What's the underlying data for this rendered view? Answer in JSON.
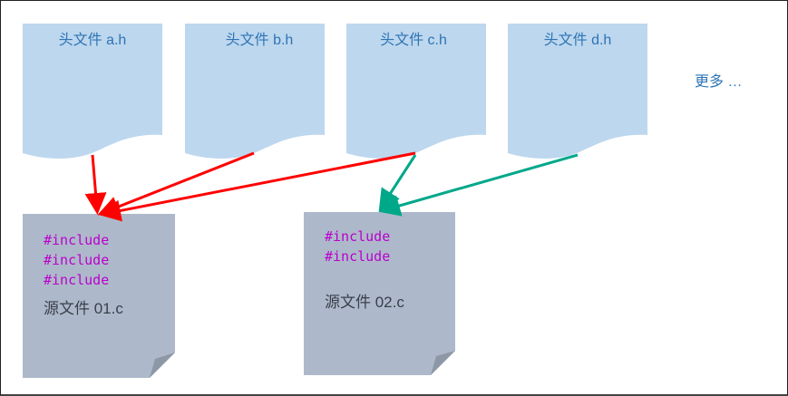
{
  "headers": [
    {
      "label": "头文件 a.h"
    },
    {
      "label": "头文件 b.h"
    },
    {
      "label": "头文件 c.h"
    },
    {
      "label": "头文件 d.h"
    }
  ],
  "more_label": "更多 …",
  "sources": [
    {
      "lines": [
        "#include",
        "#include",
        "#include"
      ],
      "label": "源文件 01.c"
    },
    {
      "lines": [
        "#include",
        "#include"
      ],
      "label": "源文件 02.c"
    }
  ],
  "colors": {
    "header_fill": "#bdd7ee",
    "header_text": "#2e74b5",
    "source_fill": "#adb9ca",
    "source_fold": "#8d97a5",
    "include_text": "#bb00cc",
    "arrow_to_01": "#ff0000",
    "arrow_to_02": "#00a88a"
  }
}
